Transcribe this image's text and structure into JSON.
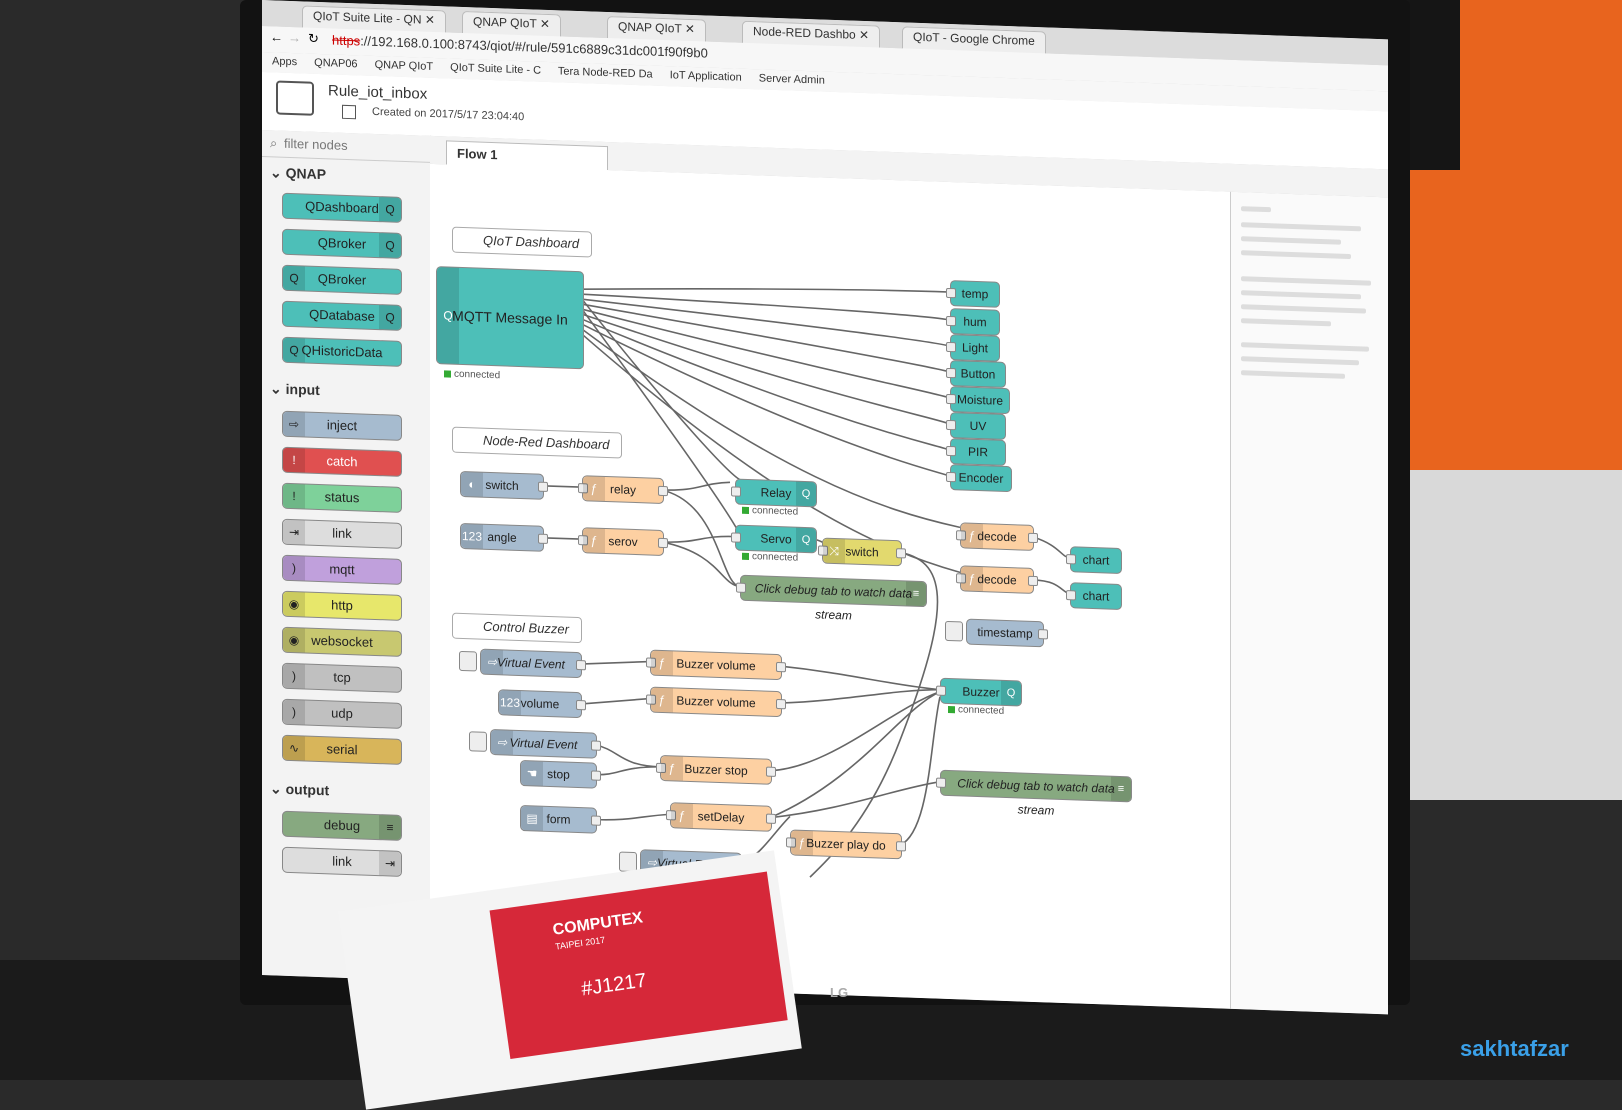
{
  "browser": {
    "tabs": [
      "QIoT Suite Lite - QN",
      "QNAP QIoT",
      "QNAP QIoT",
      "Node-RED Dashbo",
      "QIoT - Google Chrome"
    ],
    "url_scheme": "https",
    "url_rest": "://192.168.0.100:8743/qiot/#/rule/591c6889c31dc001f90f9b0",
    "bookmarks": [
      "Apps",
      "QNAP06",
      "QNAP QIoT",
      "QIoT Suite Lite - C",
      "Tera Node-RED Da",
      "IoT Application",
      "Server Admin"
    ]
  },
  "header": {
    "rule_name": "Rule_iot_inbox",
    "created": "Created on 2017/5/17 23:04:40"
  },
  "palette": {
    "filter_placeholder": "filter nodes",
    "qnap_label": "QNAP",
    "qnap": [
      "QDashboard",
      "QBroker",
      "QBroker",
      "QDatabase",
      "QHistoricData"
    ],
    "input_label": "input",
    "input": [
      "inject",
      "catch",
      "status",
      "link",
      "mqtt",
      "http",
      "websocket",
      "tcp",
      "udp",
      "serial"
    ],
    "output_label": "output",
    "output": [
      "debug",
      "link"
    ]
  },
  "workspace": {
    "tab": "Flow 1",
    "comments": [
      "QIoT Dashboard",
      "Node-Red Dashboard",
      "Control Buzzer"
    ],
    "mqtt_in": "MQTT Message In",
    "mqtt_status": "connected",
    "sensor_outputs": [
      "temp",
      "hum",
      "Light",
      "Button",
      "Moisture",
      "UV",
      "PIR",
      "Encoder"
    ],
    "dashboard_nodes": {
      "switch": "switch",
      "relay_fn": "relay",
      "relay_out": "Relay",
      "relay_status": "connected",
      "angle": "angle",
      "servo_fn": "serov",
      "servo_out": "Servo",
      "servo_status": "connected",
      "switch_node": "switch",
      "debug": "Click debug tab to watch data stream",
      "decode1": "decode",
      "decode2": "decode",
      "chart1": "chart",
      "chart2": "chart",
      "timestamp": "timestamp"
    },
    "buzzer_nodes": {
      "ve1": "Virtual Event",
      "bv1": "Buzzer volume",
      "volume": "volume",
      "bv2": "Buzzer volume",
      "buzzer": "Buzzer",
      "buzzer_status": "connected",
      "ve2": "Virtual Event",
      "stop": "stop",
      "bstop": "Buzzer stop",
      "form": "form",
      "setdelay": "setDelay",
      "debug2": "Click debug tab to watch data stream",
      "bplay": "Buzzer play do",
      "ve3": "Virtual Event"
    }
  },
  "booth": {
    "brand": "COMPUTEX",
    "city": "TAIPEI 2017",
    "number": "#J1217",
    "monitor_brand": "LG",
    "watermark": "sakhtafzar"
  },
  "colors": {
    "qnap_node": "#4dbfb8",
    "function_node": "#fdd0a2",
    "debug_node": "#87a980",
    "booth_orange": "#e8641e",
    "computex_red": "#d62839"
  }
}
